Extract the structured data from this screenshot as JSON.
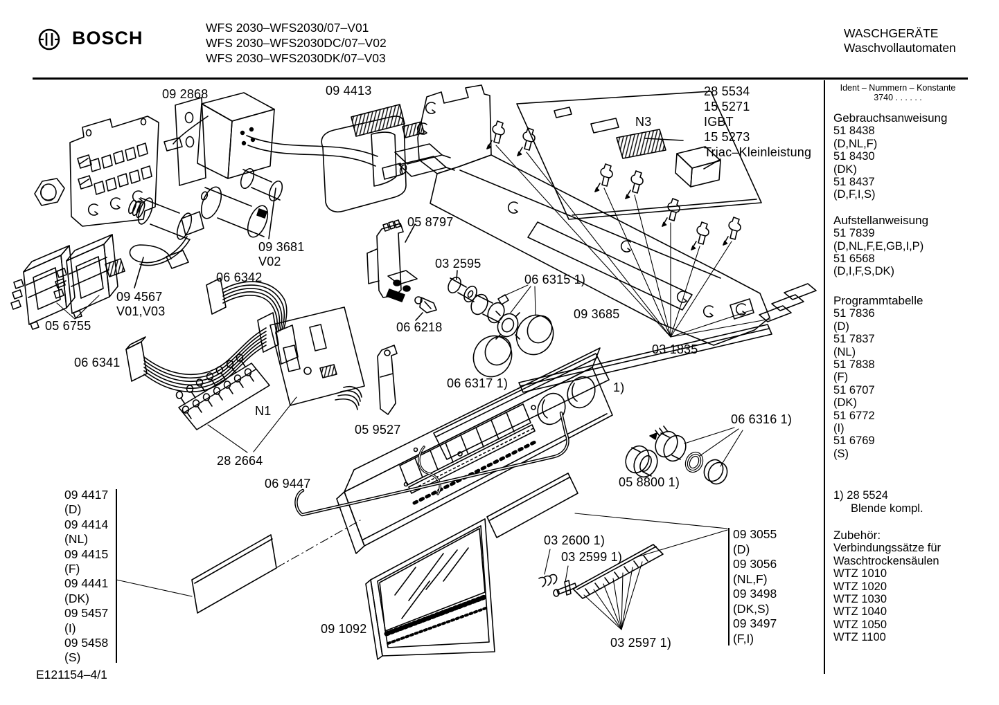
{
  "header": {
    "brand": "BOSCH",
    "models": [
      "WFS 2030–WFS2030/07–V01",
      "WFS 2030–WFS2030DC/07–V02",
      "WFS 2030–WFS2030DK/07–V03"
    ],
    "division_line1": "WASCHGERÄTE",
    "division_line2": "Waschvollautomaten"
  },
  "sidebar": {
    "ident_title": "Ident – Nummern – Konstante",
    "ident_value": "3740 . .  . . . .",
    "gebrauchsanweisung": {
      "title": "Gebrauchsanweisung",
      "lines": [
        "51 8438",
        "(D,NL,F)",
        "51 8430",
        "(DK)",
        "51 8437",
        "(D,F,I,S)"
      ]
    },
    "aufstellanweisung": {
      "title": "Aufstellanweisung",
      "lines": [
        "51 7839",
        "(D,NL,F,E,GB,I,P)",
        "51 6568",
        "(D,I,F,S,DK)"
      ]
    },
    "programmtabelle": {
      "title": "Programmtabelle",
      "lines": [
        "51 7836",
        "(D)",
        "51 7837",
        "(NL)",
        "51 7838",
        "(F)",
        "51 6707",
        "(DK)",
        "51 6772",
        "(I)",
        "51 6769",
        "(S)"
      ]
    },
    "footnote": {
      "marker": "1)",
      "number": "28 5524",
      "name": "Blende kompl."
    },
    "zubehoer": {
      "title": "Zubehör:",
      "lines": [
        "Verbindungssätze für",
        "Waschtrockensäulen",
        "WTZ 1010",
        "WTZ 1020",
        "WTZ 1030",
        "WTZ 1040",
        "WTZ 1050",
        "WTZ 1100"
      ]
    }
  },
  "left_list": {
    "lines": [
      "09 4417",
      "(D)",
      "09 4414",
      "(NL)",
      "09 4415",
      "(F)",
      "09 4441",
      "(DK)",
      "09 5457",
      "(I)",
      "09 5458",
      "(S)"
    ]
  },
  "right_list": {
    "lines": [
      "09 3055",
      "(D)",
      "09 3056",
      "(NL,F)",
      "09 3498",
      "(DK,S)",
      "09 3497",
      "(F,I)"
    ]
  },
  "doc_number": "E121154–4/1",
  "labels": {
    "p092868": "09 2868",
    "p094413": "09 4413",
    "p285534": "28 5534",
    "p155271": "15 5271",
    "igbt": "IGBT",
    "p155273": "15 5273",
    "triac": "Triac–Kleinleistung",
    "n3": "N3",
    "p058797": "05 8797",
    "p032595": "03 2595",
    "p066315": "06 6315 1)",
    "p093685": "09 3685",
    "p066218": "06 6218",
    "p093681": "09 3681",
    "v02": "V02",
    "p066342": "06 6342",
    "p094567": "09 4567",
    "v0103": "V01,V03",
    "p056755": "05 6755",
    "p066341": "06 6341",
    "n1": "N1",
    "p282664": "28 2664",
    "p066317": "06 6317 1)",
    "p059527": "05 9527",
    "p031835": "03 1835",
    "p066316": "06 6316 1)",
    "p058800": "05 8800 1)",
    "p069447": "06 9447",
    "fn1": "1)",
    "p091092": "09 1092",
    "p032600": "03 2600 1)",
    "p032599": "03 2599 1)",
    "p032597": "03 2597 1)"
  },
  "colors": {
    "ink": "#000000",
    "paper": "#ffffff"
  }
}
